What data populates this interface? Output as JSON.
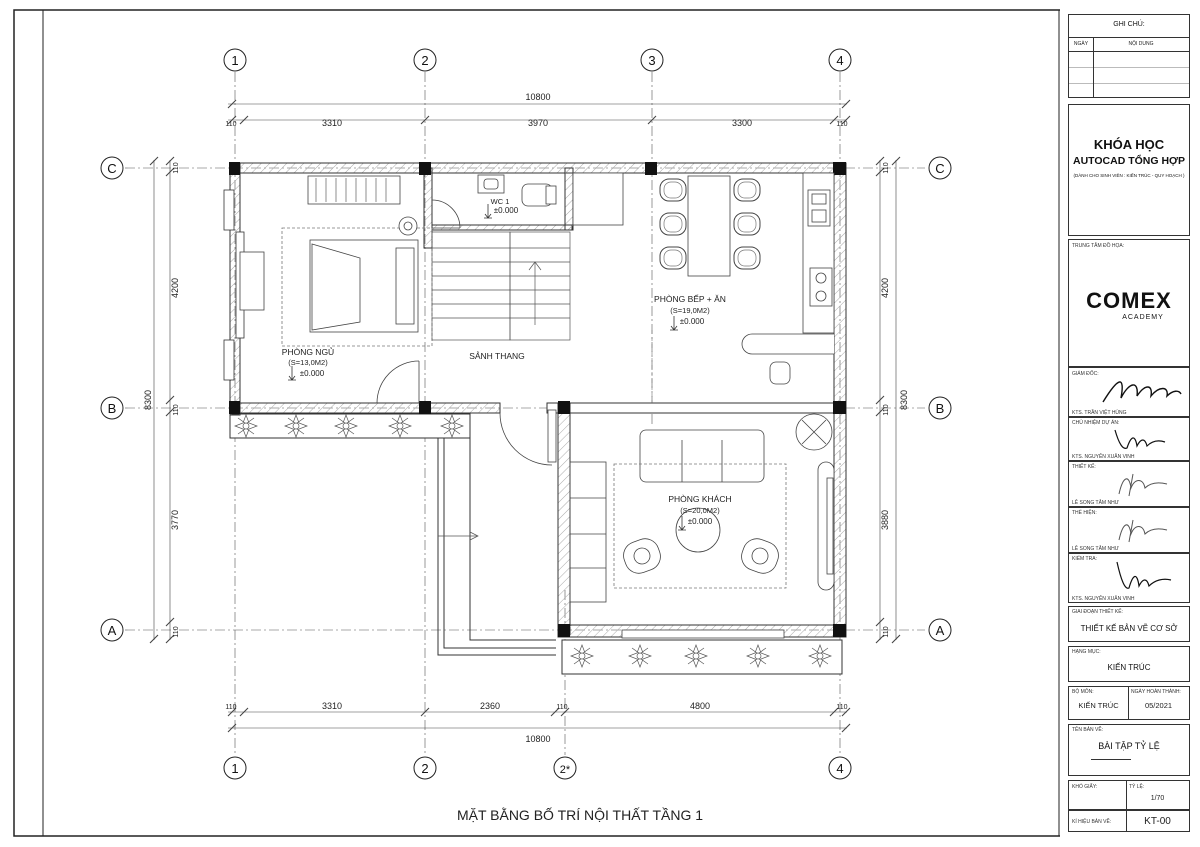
{
  "drawing": {
    "title": "MẶT BẰNG BỐ TRÍ NỘI THẤT TẦNG 1",
    "axes_top": [
      "1",
      "2",
      "3",
      "4"
    ],
    "axes_bottom": [
      "1",
      "2",
      "2*",
      "4"
    ],
    "axes_rows": [
      "C",
      "B",
      "A"
    ],
    "dims_top": [
      "110",
      "3310",
      "3970",
      "3300",
      "110"
    ],
    "dims_top_total": "10800",
    "dims_bottom": [
      "110",
      "3310",
      "2360",
      "110",
      "4800",
      "110"
    ],
    "dims_bottom_total": "10800",
    "dims_left": [
      "110",
      "4200",
      "110",
      "3770",
      "110"
    ],
    "dims_left_total": "8300",
    "dims_right": [
      "110",
      "4200",
      "110",
      "3880",
      "110"
    ],
    "dims_right_total": "8300",
    "rooms": [
      {
        "name": "PHÒNG NGỦ",
        "area": "(S=13,0M2)",
        "level": "±0.000"
      },
      {
        "name": "WC 1",
        "level": "±0.000"
      },
      {
        "name": "SẢNH THANG"
      },
      {
        "name": "PHÒNG BẾP + ĂN",
        "area": "(S=19,0M2)",
        "level": "±0.000"
      },
      {
        "name": "PHÒNG KHÁCH",
        "area": "(S=20,0M2)",
        "level": "±0.000"
      }
    ]
  },
  "title_block": {
    "notes_title": "GHI CHÚ:",
    "notes_col_date": "NGÀY",
    "notes_col_content": "NỘI DUNG",
    "course_line1": "KHÓA HỌC",
    "course_line2": "AUTOCAD TỔNG HỢP",
    "course_sub": "(DÀNH CHO SINH VIÊN : KIẾN TRÚC - QUY HOẠCH )",
    "center_label": "TRUNG TÂM ĐỒ HỌA:",
    "logo_main": "COMEX",
    "logo_sub": "ACADEMY",
    "director_label": "GIÁM ĐỐC:",
    "director_name": "KTS. TRẦN VIỆT HÙNG",
    "pm_label": "CHỦ NHIỆM DỰ ÁN:",
    "pm_name": "KTS. NGUYỄN XUÂN VINH",
    "design_label": "THIẾT KẾ:",
    "design_name": "LÊ SONG TÂM NHƯ",
    "drawn_label": "THỂ HIỆN:",
    "drawn_name": "LÊ SONG TÂM NHƯ",
    "check_label": "KIỂM TRA:",
    "check_name": "KTS. NGUYỄN XUÂN VINH",
    "phase_label": "GIAI ĐOẠN THIẾT KẾ:",
    "phase_value": "THIẾT KẾ BẢN VẼ CƠ SỞ",
    "item_label": "HẠNG MỤC:",
    "item_value": "KIẾN TRÚC",
    "dept_label": "BỘ MÔN:",
    "dept_value": "KIẾN TRÚC",
    "date_label": "NGÀY HOÀN THÀNH:",
    "date_value": "05/2021",
    "sheet_name_label": "TÊN BẢN VẼ:",
    "sheet_name_value": "BÀI TẬP TỶ LỆ",
    "paper_label": "KHỔ GIẤY:",
    "scale_label": "TỶ LỆ:",
    "scale_value": "1/70",
    "code_label": "KÍ HIỆU BẢN VẼ:",
    "code_value": "KT-00"
  }
}
